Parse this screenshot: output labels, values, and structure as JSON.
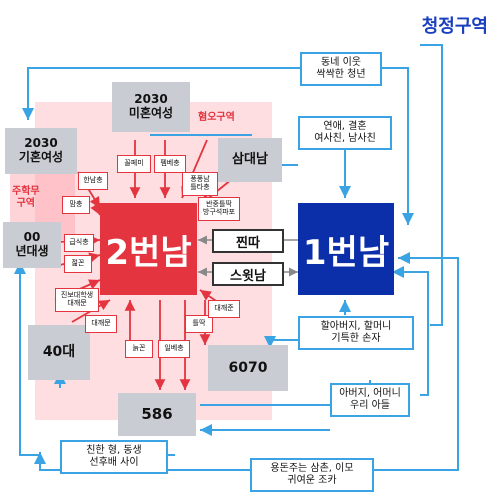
{
  "title": "청정구역",
  "hate_zone_label": "혐오구역",
  "caution_zone_label": "주학무\n구역",
  "main_nodes": {
    "second_man": "2번남",
    "first_man": "1번남"
  },
  "relations": {
    "loser": "찐따",
    "sweet": "스윗남"
  },
  "groups": {
    "single_women_2030": "2030\n미혼여성",
    "married_women_2030": "2030\n기혼여성",
    "gen_00": "00\n년대생",
    "age_40": "40대",
    "age_586": "586",
    "age_6070": "6070",
    "thirties": "삼대남"
  },
  "red_labels": {
    "lvl": "꼴페미",
    "fem": "펨베충",
    "fp": "퐁퐁남\n틀타충",
    "anti": "반중틀딱\n방구석파포",
    "hannam": "한남충",
    "mam": "맘충",
    "geupsik": "급식충",
    "jeolmeun": "젊꼰",
    "unicum": "진보대학생\n대깨문",
    "daekkaemun": "대깨문",
    "neukkon": "늙꼰",
    "ilbe": "일베충",
    "teulddak": "틀딱",
    "daekkaejun": "대깨준"
  },
  "blue_labels": {
    "neighbor": "동네 이웃\n싹싹한 청년",
    "dating": "연애, 결혼\n여사친, 남사친",
    "grandparents": "할아버지, 할머니\n기특한 손자",
    "parents": "아버지, 어머니\n우리 아들",
    "friends": "친한 형, 동생\n선후배 사이",
    "relatives": "용돈주는 삼촌, 이모\n귀여운 조카"
  },
  "colors": {
    "red": "#e3343f",
    "blue": "#0b2fa8",
    "edge_blue": "#3aa3e3",
    "grey": "#c9cdd3",
    "pink": "#ffb3bd"
  }
}
